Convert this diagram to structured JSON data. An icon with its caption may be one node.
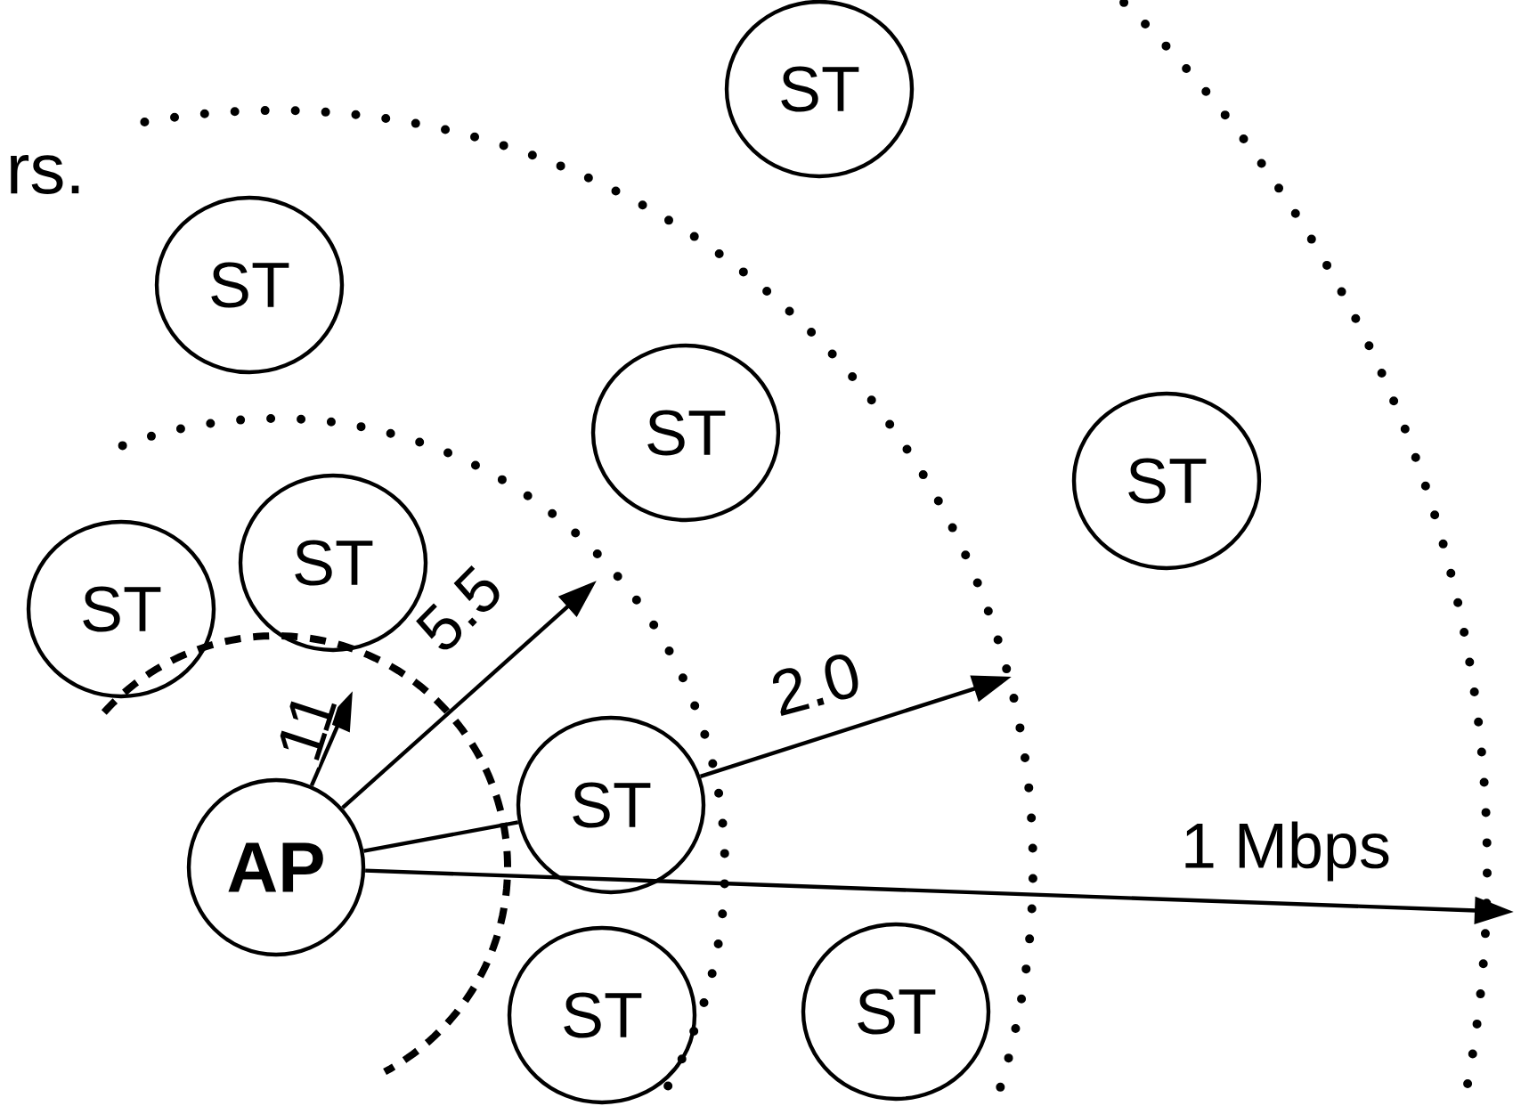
{
  "diagram": {
    "nodes": [
      {
        "text": [
          "ST"
        ]
      },
      {
        "text": [
          "ST"
        ]
      },
      {
        "text": [
          "ST"
        ]
      },
      {
        "text": [
          "ST"
        ]
      },
      {
        "text": [
          "ST"
        ]
      },
      {
        "text": [
          "ST"
        ]
      },
      {
        "text": [
          "ST"
        ]
      },
      {
        "text": [
          "AP"
        ]
      },
      {
        "text": [
          "ST"
        ]
      },
      {
        "text": [
          "ST"
        ]
      }
    ],
    "edges": [
      {
        "from": 7,
        "to": null,
        "arrow": "to",
        "label": "11"
      },
      {
        "from": 7,
        "to": null,
        "arrow": "to",
        "label": "5.5"
      },
      {
        "from": 7,
        "to": 6,
        "arrow": "none"
      },
      {
        "from": 6,
        "to": null,
        "arrow": "to",
        "label": "2.0"
      },
      {
        "from": 7,
        "to": null,
        "arrow": "to",
        "label": "1 Mbps"
      }
    ],
    "labels": [
      "rs."
    ]
  }
}
